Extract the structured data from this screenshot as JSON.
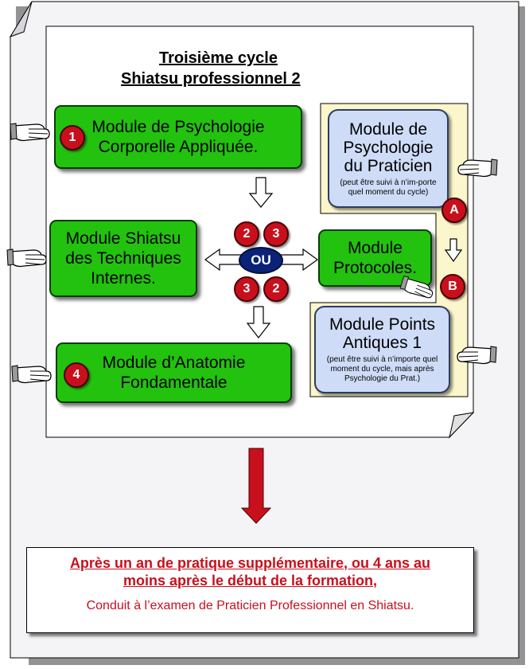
{
  "title": {
    "line1": "Troisième cycle",
    "line2": "Shiatsu professionnel 2"
  },
  "modules": {
    "psychologie_corporelle": {
      "number": "1",
      "line1": "Module de Psychologie",
      "line2": "Corporelle Appliquée."
    },
    "shiatsu_techniques": {
      "line1": "Module Shiatsu",
      "line2": "des Techniques",
      "line3": "Internes."
    },
    "protocoles": {
      "line1": "Module",
      "line2": "Protocoles."
    },
    "anatomie": {
      "number": "4",
      "line1": "Module d’Anatomie",
      "line2": "Fondamentale"
    },
    "psychologie_praticien": {
      "line1": "Module de",
      "line2": "Psychologie",
      "line3": "du Praticien",
      "note": "(peut être suivi à n’im-porte quel moment du cycle)"
    },
    "points_antiques": {
      "line1": "Module Points",
      "line2": "Antiques 1",
      "note": "(peut être suivi à n’importe quel moment du cycle, mais après Psychologie du Prat.)"
    }
  },
  "order_badges": {
    "top_left": "2",
    "top_right": "3",
    "bottom_left": "3",
    "bottom_right": "2",
    "or_label": "OU"
  },
  "markers": {
    "a": "A",
    "b": "B"
  },
  "conclusion": {
    "line1": "Après un an de pratique supplémentaire, ou 4 ans au",
    "line2": "moins après le début de la formation,",
    "line3": "Conduit à l’examen de Praticien Professionnel en Shiatsu."
  },
  "colors": {
    "module_green": "#22c20f",
    "optional_blue": "#cfdcf7",
    "badge_red": "#c8101c",
    "or_navy": "#0a2277",
    "panel_yellow": "#fbf6cb",
    "arrow_red": "#c8101c"
  },
  "icons": [
    "pointing-hand-icon",
    "hollow-arrow-down-icon",
    "double-arrow-icon",
    "red-arrow-down-icon"
  ]
}
